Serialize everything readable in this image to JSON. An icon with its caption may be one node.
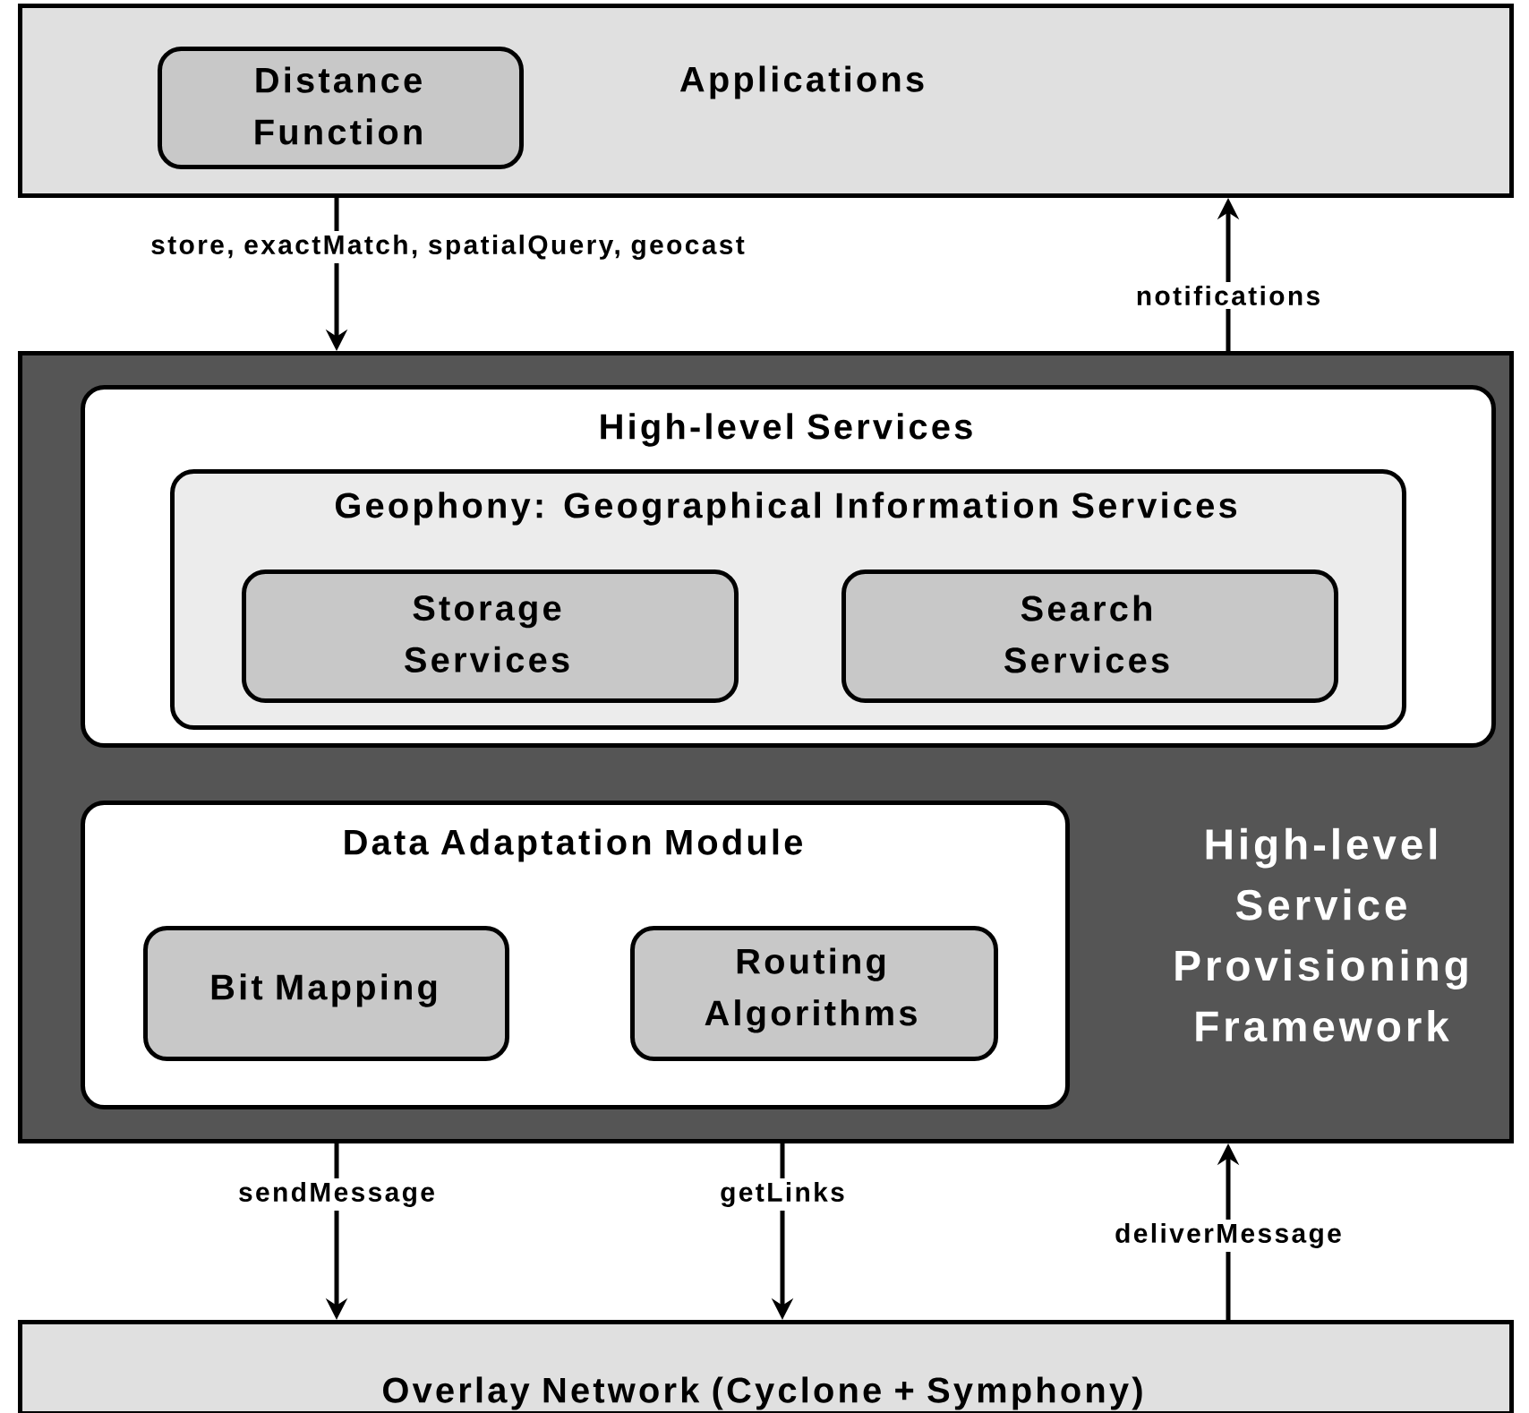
{
  "diagram": {
    "nodes": [
      {
        "text": [
          "Applications"
        ]
      },
      {
        "text": [
          "Distance Function"
        ],
        "in": 0
      },
      {
        "text": [
          "High-level Service Provisioning Framework"
        ]
      },
      {
        "text": [
          "High-level Services"
        ],
        "in": 2
      },
      {
        "text": [
          "Geophony: Geographical Information Services"
        ],
        "in": 3
      },
      {
        "text": [
          "Storage Services"
        ],
        "in": 4
      },
      {
        "text": [
          "Search Services"
        ],
        "in": 4
      },
      {
        "text": [
          "Data Adaptation Module"
        ],
        "in": 2
      },
      {
        "text": [
          "Bit Mapping"
        ],
        "in": 7
      },
      {
        "text": [
          "Routing Algorithms"
        ],
        "in": 7
      },
      {
        "text": [
          "Overlay Network (Cyclone + Symphony)"
        ]
      }
    ],
    "edges": [
      {
        "from": 0,
        "to": 2,
        "arrow": "to",
        "label": "store, exactMatch, spatialQuery, geocast"
      },
      {
        "from": 2,
        "to": 0,
        "arrow": "to",
        "label": "notifications"
      },
      {
        "from": 2,
        "to": 10,
        "arrow": "to",
        "label": "sendMessage"
      },
      {
        "from": 2,
        "to": 10,
        "arrow": "to",
        "label": "getLinks"
      },
      {
        "from": 10,
        "to": 2,
        "arrow": "to",
        "label": "deliverMessage"
      }
    ]
  }
}
